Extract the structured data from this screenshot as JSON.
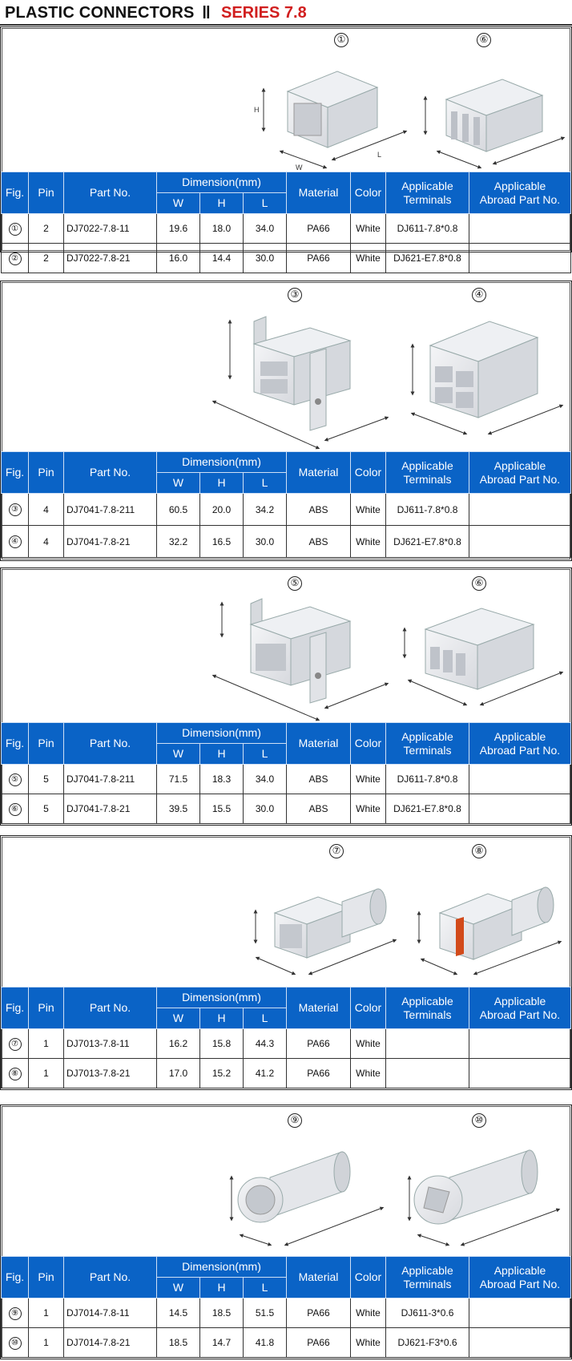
{
  "header": {
    "title": "PLASTIC CONNECTORS",
    "separator": "‖",
    "series": "SERIES 7.8"
  },
  "columns": {
    "fig": "Fig.",
    "pin": "Pin",
    "part": "Part No.",
    "dimension": "Dimension(mm)",
    "w": "W",
    "h": "H",
    "l": "L",
    "material": "Material",
    "color": "Color",
    "terminals_1": "Applicable",
    "terminals_2": "Terminals",
    "abroad_1": "Applicable",
    "abroad_2": "Abroad Part No."
  },
  "sections": [
    {
      "fig_labels": [
        "①",
        "⑥"
      ],
      "rows": [
        {
          "fig": "①",
          "pin": "2",
          "part": "DJ7022-7.8-11",
          "w": "19.6",
          "h": "18.0",
          "l": "34.0",
          "material": "PA66",
          "color": "White",
          "terminal": "DJ611-7.8*0.8",
          "abroad": ""
        },
        {
          "fig": "②",
          "pin": "2",
          "part": "DJ7022-7.8-21",
          "w": "16.0",
          "h": "14.4",
          "l": "30.0",
          "material": "PA66",
          "color": "White",
          "terminal": "DJ621-E7.8*0.8",
          "abroad": ""
        }
      ]
    },
    {
      "fig_labels": [
        "③",
        "④"
      ],
      "rows": [
        {
          "fig": "③",
          "pin": "4",
          "part": "DJ7041-7.8-211",
          "w": "60.5",
          "h": "20.0",
          "l": "34.2",
          "material": "ABS",
          "color": "White",
          "terminal": "DJ611-7.8*0.8",
          "abroad": ""
        },
        {
          "fig": "④",
          "pin": "4",
          "part": "DJ7041-7.8-21",
          "w": "32.2",
          "h": "16.5",
          "l": "30.0",
          "material": "ABS",
          "color": "White",
          "terminal": "DJ621-E7.8*0.8",
          "abroad": ""
        }
      ]
    },
    {
      "fig_labels": [
        "⑤",
        "⑥"
      ],
      "rows": [
        {
          "fig": "⑤",
          "pin": "5",
          "part": "DJ7041-7.8-211",
          "w": "71.5",
          "h": "18.3",
          "l": "34.0",
          "material": "ABS",
          "color": "White",
          "terminal": "DJ611-7.8*0.8",
          "abroad": ""
        },
        {
          "fig": "⑥",
          "pin": "5",
          "part": "DJ7041-7.8-21",
          "w": "39.5",
          "h": "15.5",
          "l": "30.0",
          "material": "ABS",
          "color": "White",
          "terminal": "DJ621-E7.8*0.8",
          "abroad": ""
        }
      ]
    },
    {
      "fig_labels": [
        "⑦",
        "⑧"
      ],
      "rows": [
        {
          "fig": "⑦",
          "pin": "1",
          "part": "DJ7013-7.8-11",
          "w": "16.2",
          "h": "15.8",
          "l": "44.3",
          "material": "PA66",
          "color": "White",
          "terminal": "",
          "abroad": ""
        },
        {
          "fig": "⑧",
          "pin": "1",
          "part": "DJ7013-7.8-21",
          "w": "17.0",
          "h": "15.2",
          "l": "41.2",
          "material": "PA66",
          "color": "White",
          "terminal": "",
          "abroad": ""
        }
      ]
    },
    {
      "fig_labels": [
        "⑨",
        "⑩"
      ],
      "rows": [
        {
          "fig": "⑨",
          "pin": "1",
          "part": "DJ7014-7.8-11",
          "w": "14.5",
          "h": "18.5",
          "l": "51.5",
          "material": "PA66",
          "color": "White",
          "terminal": "DJ611-3*0.6",
          "abroad": ""
        },
        {
          "fig": "⑩",
          "pin": "1",
          "part": "DJ7014-7.8-21",
          "w": "18.5",
          "h": "14.7",
          "l": "41.8",
          "material": "PA66",
          "color": "White",
          "terminal": "DJ621-F3*0.6",
          "abroad": ""
        }
      ]
    }
  ],
  "dim_letters": {
    "w": "W",
    "h": "H",
    "l": "L"
  },
  "accent_color": "#0a63c6",
  "series_color": "#d11e1e",
  "band_color": "#d24a1a"
}
